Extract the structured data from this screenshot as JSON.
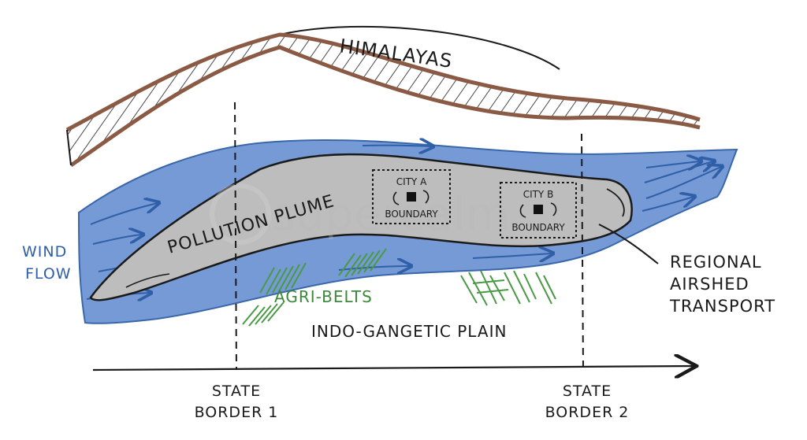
{
  "labels": {
    "himalayas": "HIMALAYAS",
    "pollution_plume": "POLLUTION PLUME",
    "wind_flow_line1": "WIND",
    "wind_flow_line2": "FLOW",
    "city_a_name": "CITY A",
    "city_a_boundary": "BOUNDARY",
    "city_b_name": "CITY B",
    "city_b_boundary": "BOUNDARY",
    "regional_line1": "REGIONAL",
    "regional_line2": "AIRSHED",
    "regional_line3": "TRANSPORT",
    "agri_belts": "AGRI-BELTS",
    "plain": "INDO-GANGETIC PLAIN",
    "border1_line1": "STATE",
    "border1_line2": "BORDER 1",
    "border2_line1": "STATE",
    "border2_line2": "BORDER 2",
    "watermark": "supercalm"
  },
  "colors": {
    "wind_blue": "#6f95d4",
    "arrow_blue": "#2f5fa6",
    "plume_gray": "#bdbdbd",
    "mountain_brown": "#8a5a44",
    "agri_green": "#4a9a45",
    "ink": "#1a1a1a"
  }
}
